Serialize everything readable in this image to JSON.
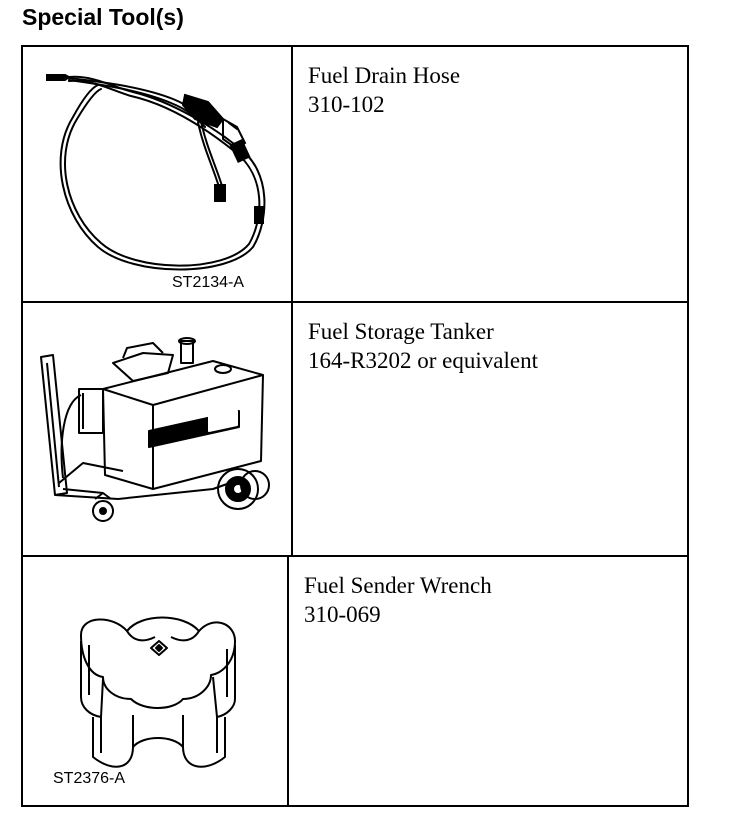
{
  "heading": "Special Tool(s)",
  "tools": [
    {
      "image_code": "ST2134-A",
      "name": "Fuel Drain Hose",
      "number": "310-102",
      "illustration": "fuel-drain-hose"
    },
    {
      "image_code": "",
      "name": "Fuel Storage Tanker",
      "number": "164-R3202 or equivalent",
      "illustration": "fuel-storage-tanker"
    },
    {
      "image_code": "ST2376-A",
      "name": "Fuel Sender Wrench",
      "number": "310-069",
      "illustration": "fuel-sender-wrench"
    }
  ]
}
